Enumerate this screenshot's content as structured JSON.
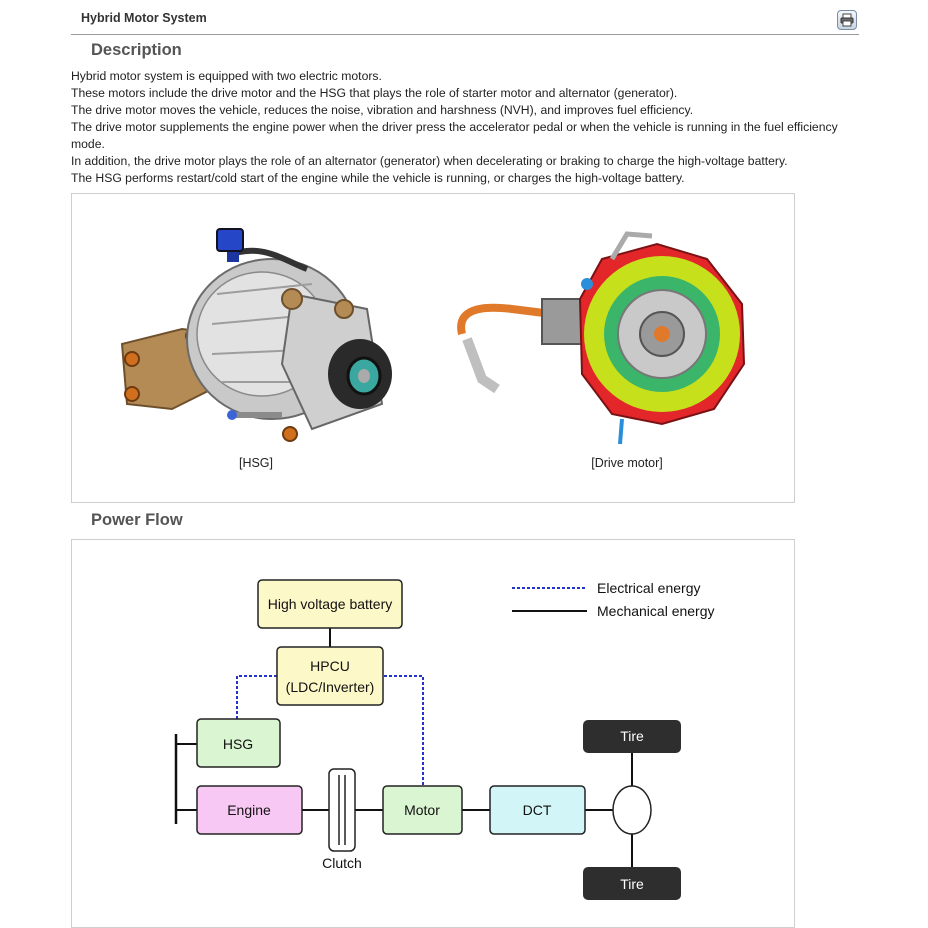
{
  "header": {
    "title": "Hybrid Motor System",
    "print_icon": "printer-icon"
  },
  "description": {
    "heading": "Description",
    "paragraphs": [
      "Hybrid motor system is equipped with two electric motors.",
      "These motors include the drive motor and the HSG that plays the role of starter motor and alternator (generator).",
      "The drive motor moves the vehicle, reduces the noise, vibration and harshness (NVH), and improves fuel efficiency.",
      "The drive motor supplements the engine power when the driver press the accelerator pedal or when the vehicle is running in the fuel efficiency mode.",
      "In addition, the drive motor plays the role of an alternator (generator) when decelerating or braking to charge the high-voltage battery.",
      "The HSG performs restart/cold start of the engine while the vehicle is running, or charges the high-voltage battery."
    ]
  },
  "figure": {
    "hsg_caption": "[HSG]",
    "drive_motor_caption": "[Drive motor]"
  },
  "power_flow": {
    "heading": "Power Flow",
    "legend": {
      "electrical": "Electrical energy",
      "mechanical": "Mechanical energy"
    },
    "nodes": {
      "battery": "High voltage battery",
      "hpcu_line1": "HPCU",
      "hpcu_line2": "(LDC/Inverter)",
      "hsg": "HSG",
      "engine": "Engine",
      "clutch": "Clutch",
      "motor": "Motor",
      "dct": "DCT",
      "tire_top": "Tire",
      "tire_bottom": "Tire"
    },
    "colors": {
      "battery": "#fdf8c8",
      "hpcu": "#fdf8c8",
      "hsg": "#d9f5d2",
      "engine": "#f8c8f4",
      "motor": "#d9f5d2",
      "dct": "#d2f5f8",
      "tire": "#2e2e2e",
      "electrical_line": "#2433c8"
    }
  }
}
